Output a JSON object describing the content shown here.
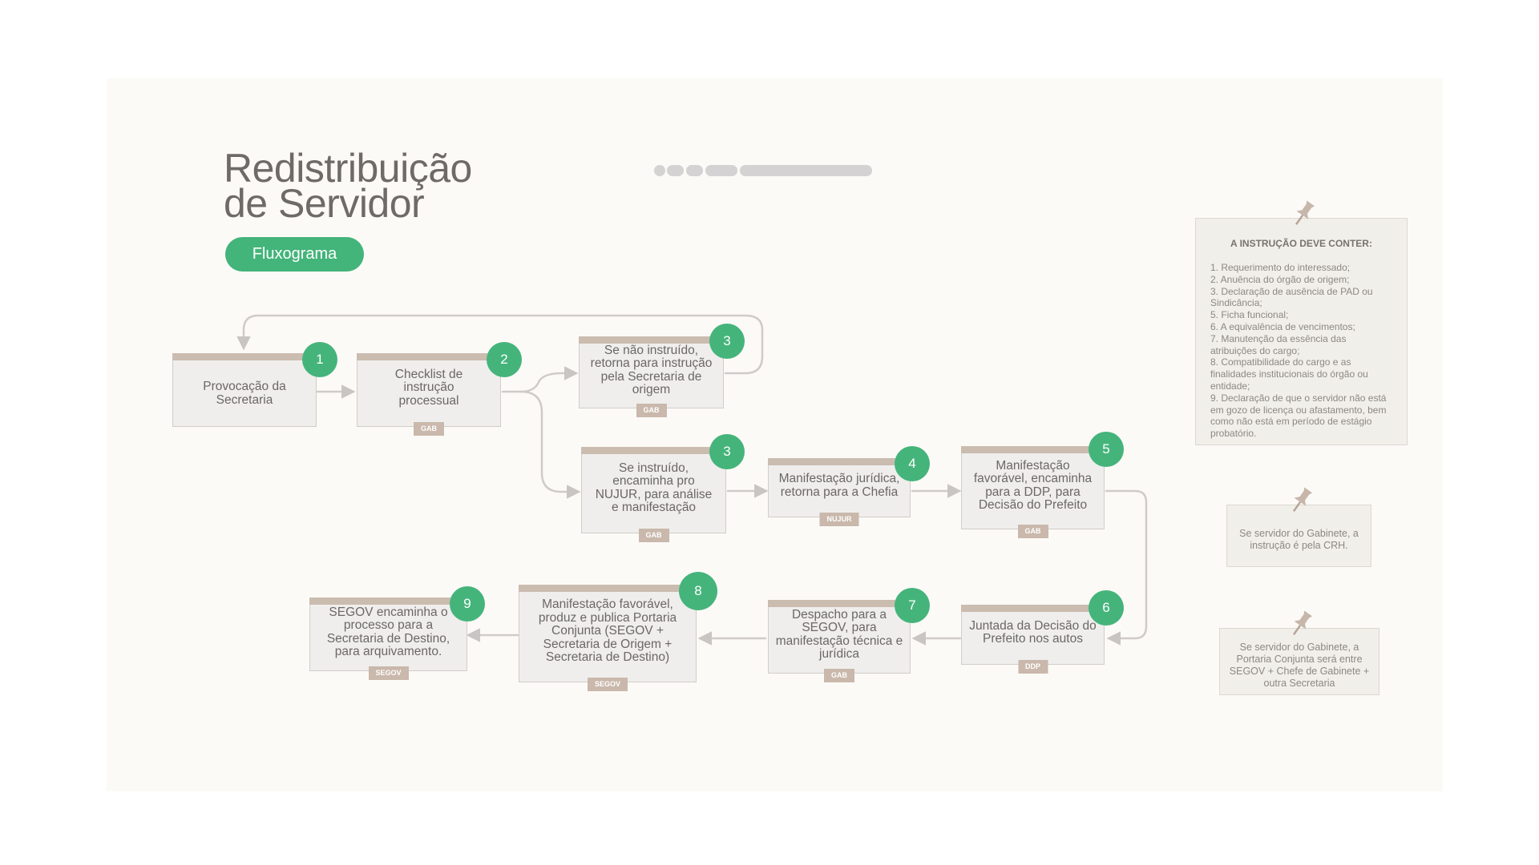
{
  "title": {
    "line1": "Redistribuição",
    "line2": "de Servidor"
  },
  "badge": "Fluxograma",
  "colors": {
    "accent": "#45b47b",
    "card_bar": "#cbbcb0",
    "card_bg": "#efeeed",
    "tag_bg": "#c9b8ab",
    "arrow": "#c9c5c3"
  },
  "steps": [
    {
      "number": "1",
      "text": "Provocação da Secretaria",
      "tag": ""
    },
    {
      "number": "2",
      "text": "Checklist de instrução processual",
      "tag": "GAB"
    },
    {
      "number": "3",
      "text": "Se não instruído, retorna para instrução pela Secretaria de origem",
      "tag": "GAB"
    },
    {
      "number": "3",
      "text": "Se instruído, encaminha pro NUJUR, para análise e manifestação",
      "tag": "GAB"
    },
    {
      "number": "4",
      "text": "Manifestação jurídica, retorna para a Chefia",
      "tag": "NUJUR"
    },
    {
      "number": "5",
      "text": "Manifestação favorável, encaminha para a DDP, para Decisão do Prefeito",
      "tag": "GAB"
    },
    {
      "number": "6",
      "text": "Juntada da Decisão do Prefeito nos autos",
      "tag": "DDP"
    },
    {
      "number": "7",
      "text": "Despacho para a SEGOV, para manifestação técnica e jurídica",
      "tag": "GAB"
    },
    {
      "number": "8",
      "text": "Manifestação favorável, produz e publica Portaria Conjunta (SEGOV + Secretaria de Origem + Secretaria de Destino)",
      "tag": "SEGOV"
    },
    {
      "number": "9",
      "text": "SEGOV encaminha o processo para a Secretaria de Destino, para arquivamento.",
      "tag": "SEGOV"
    }
  ],
  "notes": {
    "main": {
      "heading": "A INSTRUÇÃO DEVE CONTER:",
      "items": [
        "1. Requerimento do interessado;",
        "2. Anuência do órgão de origem;",
        "3. Declaração de ausência de PAD ou Sindicância;",
        "5. Ficha funcional;",
        "6. A equivalência de vencimentos;",
        "7. Manutenção da essência das atribuições do cargo;",
        "8. Compatibilidade do cargo e as finalidades institucionais do órgão ou entidade;",
        "9. Declaração de que o servidor não está em gozo de licença ou afastamento, bem como não está em período de estágio probatório."
      ]
    },
    "gabinete_crh": "Se servidor do Gabinete, a instrução é pela CRH.",
    "gabinete_portaria": "Se servidor do Gabinete, a Portaria Conjunta será entre SEGOV + Chefe de Gabinete + outra Secretaria",
    "pin_icon": "pushpin-icon"
  }
}
